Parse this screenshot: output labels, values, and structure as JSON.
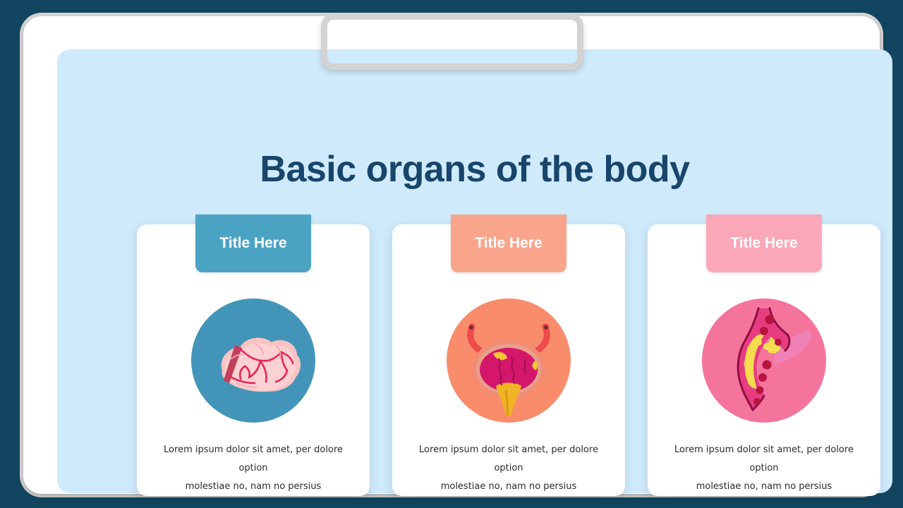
{
  "theme": {
    "background_navy": "#12455F",
    "bezel_white": "#FFFFFF",
    "bezel_gray": "#D3D3D3",
    "screen_blue": "#CFEAFB",
    "title_navy": "#18456B",
    "body_text": "#2B2B2B"
  },
  "slide": {
    "title": "Basic organs of the body"
  },
  "notch": {
    "label": "device-camera-bar"
  },
  "cards": [
    {
      "badge_label": "Title Here",
      "badge_color": "#4BA3C4",
      "circle_color": "#4295B8",
      "icon_name": "brain-icon",
      "body_line_1": "Lorem  ipsum dolor sit amet, per  dolore option",
      "body_line_2": "molestiae no, nam no persius"
    },
    {
      "badge_label": "Title Here",
      "badge_color": "#F9A58B",
      "circle_color": "#F98C6B",
      "icon_name": "bladder-icon",
      "body_line_1": "Lorem  ipsum dolor sit amet, per  dolore option",
      "body_line_2": "molestiae no, nam no persius"
    },
    {
      "badge_label": "Title Here",
      "badge_color": "#FAA7B8",
      "circle_color": "#F4749C",
      "icon_name": "artery-plaque-icon",
      "body_line_1": "Lorem  ipsum dolor sit amet, per  dolore option",
      "body_line_2": "molestiae no, nam no persius"
    }
  ]
}
